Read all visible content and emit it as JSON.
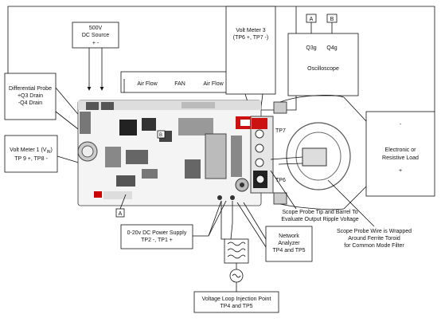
{
  "callouts": {
    "dc_source": {
      "line1": "500V",
      "line2": "DC Source",
      "polarity": "+    -"
    },
    "volt_meter_3": {
      "line1": "Volt Meter 3",
      "line2": "(TP6 +, TP7 -)"
    },
    "scope_channel_a": "A",
    "scope_channel_b": "B",
    "scope_q3g": "Q3g",
    "scope_q4g": "Q4g",
    "oscilloscope": "Oscilloscope",
    "diff_probe": {
      "line1": "Differential Probe",
      "line2": "+Q3 Drain",
      "line3": "-Q4 Drain"
    },
    "volt_meter_1": {
      "line1": "Volt Meter 1 (V",
      "sub": "IN",
      "line1_end": ")",
      "line2": "TP 9 +, TP8 -"
    },
    "airflow_left": "Air Flow",
    "fan": "FAN",
    "airflow_right": "Air Flow",
    "tp7": "TP7",
    "tp6": "TP6",
    "load": {
      "line1": "-",
      "line2": "Electronic or",
      "line3": "Resistive Load",
      "line4": "+"
    },
    "label_a": "A",
    "label_b": "B",
    "power_supply": {
      "line1": "0-20v DC Power Supply",
      "line2": "TP2 -, TP1 +"
    },
    "network_analyzer": {
      "line1": "Network",
      "line2": "Analyzer",
      "line3": "TP4 and TP5"
    },
    "scope_tip": {
      "line1": "Scope Probe Tip and Barrel To",
      "line2": "Evaluate Output Ripple Voltage"
    },
    "scope_wire": {
      "line1": "Scope Probe Wire is Wrapped",
      "line2": "Around Ferrite Toroid",
      "line3": "for Common Mode Filter"
    },
    "injection": {
      "line1": "Voltage Loop Injection Point",
      "line2": "TP4 and TP5"
    }
  }
}
